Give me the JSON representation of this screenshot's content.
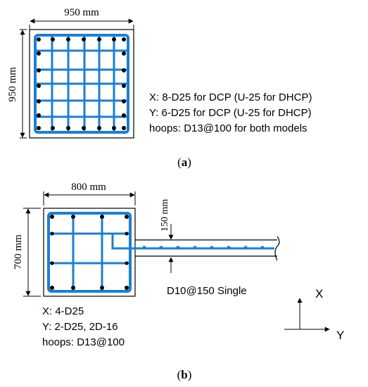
{
  "panel_a": {
    "width_label": "950 mm",
    "height_label": "950 mm",
    "spec_x": "X: 8-D25 for DCP (U-25 for DHCP)",
    "spec_y": "Y: 6-D25 for DCP (U-25 for DHCP)",
    "spec_hoops": "hoops: D13@100 for both models",
    "caption_open": "(",
    "caption_letter": "a",
    "caption_close": ")"
  },
  "panel_b": {
    "width_label": "800 mm",
    "height_label": "700 mm",
    "slab_thickness_label": "150 mm",
    "slab_rebar_label": "D10@150 Single",
    "spec_x": "X: 4-D25",
    "spec_y": "Y: 2-D25, 2D-16",
    "spec_hoops": "hoops: D13@100",
    "axis_x": "X",
    "axis_y": "Y",
    "caption_open": "(",
    "caption_letter": "b",
    "caption_close": ")"
  },
  "colors": {
    "rebar_blue": "#1a7fd4",
    "bar_black": "#000000"
  }
}
